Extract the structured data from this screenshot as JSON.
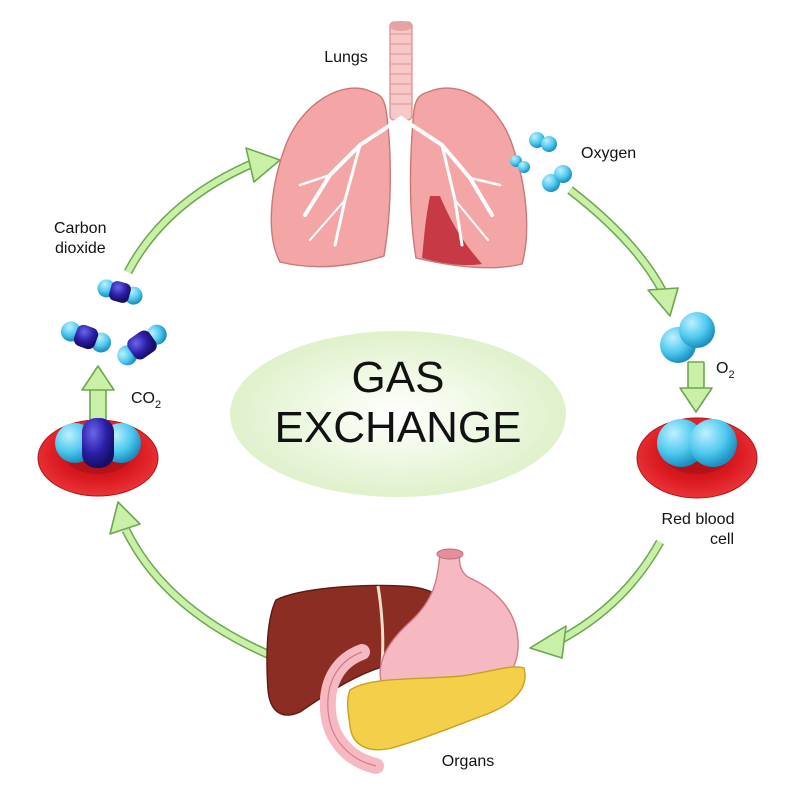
{
  "title": {
    "line1": "GAS",
    "line2": "EXCHANGE"
  },
  "labels": {
    "lungs": "Lungs",
    "oxygen": "Oxygen",
    "carbon_line1": "Carbon",
    "carbon_line2": "dioxide",
    "co2_main": "CO",
    "co2_sub": "2",
    "o2_main": "O",
    "o2_sub": "2",
    "rbc_line1": "Red blood",
    "rbc_line2": "cell",
    "organs": "Organs"
  },
  "colors": {
    "arrow_fill": "#c9f0a6",
    "arrow_stroke": "#6aa84f",
    "title_ellipse": "#e3f3cf",
    "lung": "#f4a6a6",
    "lung_dark": "#c73a45",
    "trachea": "#f6c8c8",
    "oxygen_atom": "#4ec9ef",
    "carbon_atom": "#2b1ea8",
    "red_cell": "#d9191f",
    "liver": "#8c2d24",
    "stomach": "#f6b9c2",
    "pancreas": "#f4d04a"
  },
  "icons": [
    "lungs-icon",
    "oxygen-molecule-icon",
    "carbon-dioxide-molecule-icon",
    "red-blood-cell-icon",
    "liver-icon",
    "stomach-icon",
    "pancreas-icon",
    "cycle-arrow-icon"
  ]
}
